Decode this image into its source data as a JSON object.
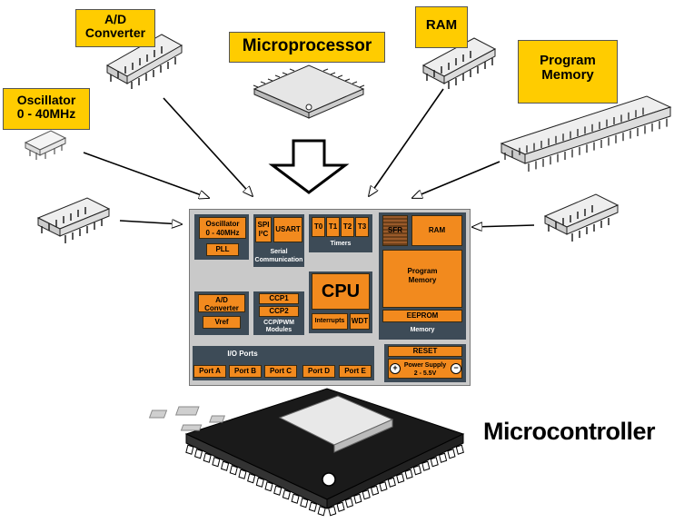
{
  "labels": {
    "ad_converter": [
      "A/D",
      "Converter"
    ],
    "microprocessor": "Microprocessor",
    "ram": "RAM",
    "program_memory": [
      "Program",
      "Memory"
    ],
    "oscillator": [
      "Oscillator",
      "0 - 40MHz"
    ],
    "microcontroller": "Microcontroller"
  },
  "mcu": {
    "oscillator": [
      "Oscillator",
      "0 - 40MHz"
    ],
    "pll": "PLL",
    "spi": [
      "SPI",
      "I²C"
    ],
    "usart": "USART",
    "serial_comm": [
      "Serial",
      "Communication"
    ],
    "timers": [
      "T0",
      "T1",
      "T2",
      "T3"
    ],
    "timers_label": "Timers",
    "sfr": "SFR",
    "ram": "RAM",
    "program_memory": [
      "Program",
      "Memory"
    ],
    "eeprom": "EEPROM",
    "memory_label": "Memory",
    "cpu": "CPU",
    "interrupts": "Interrupts",
    "wdt": "WDT",
    "ad": [
      "A/D",
      "Converter"
    ],
    "vref": "Vref",
    "ccp1": "CCP1",
    "ccp2": "CCP2",
    "ccp_label": [
      "CCP/PWM",
      "Modules"
    ],
    "io_label": "I/O Ports",
    "ports": [
      "Port A",
      "Port B",
      "Port C",
      "Port D",
      "Port E"
    ],
    "reset": "RESET",
    "power_supply": [
      "Power Supply",
      "2 - 5.5V"
    ]
  },
  "colors": {
    "label_yellow": "#ffcc00",
    "block_orange": "#f28a1e",
    "block_dark": "#3d4b57",
    "arrow_red": "#d42020",
    "mcu_gray": "#c9c9c9"
  }
}
